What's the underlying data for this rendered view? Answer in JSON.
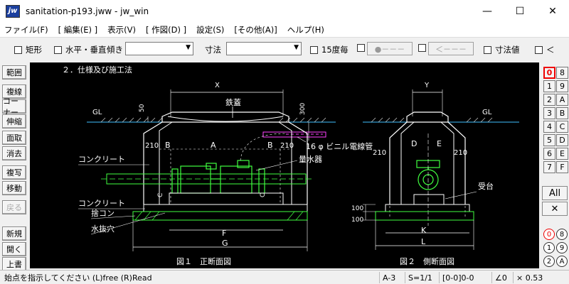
{
  "window": {
    "icon_text": "jw",
    "title": "sanitation-p193.jww - jw_win",
    "minimize": "—",
    "maximize": "☐",
    "close": "✕"
  },
  "menu": [
    "ファイル(F)",
    "[ 編集(E) ]",
    "表示(V)",
    "[ 作図(D) ]",
    "設定(S)",
    "[その他(A)]",
    "ヘルプ(H)"
  ],
  "toolbar": {
    "rect_label": "矩形",
    "hv_label": "水平・垂直",
    "slope_label": "傾き",
    "dim_label": "寸法",
    "deg15_label": "15度毎",
    "btn1": "●－－－",
    "btn2": "＜－－－",
    "dimval_label": "寸法値",
    "lt_label": "＜"
  },
  "left_tools": [
    "範囲",
    "複線",
    "コーナー",
    "伸縮",
    "面取",
    "消去",
    "複写",
    "移動",
    "戻る",
    "新規",
    "開く",
    "上書"
  ],
  "right_tools": {
    "layers_left": [
      "0",
      "1",
      "2",
      "3",
      "4",
      "5",
      "6",
      "7"
    ],
    "layers_right": [
      "8",
      "9",
      "A",
      "B",
      "C",
      "D",
      "E",
      "F"
    ],
    "all_label": "All",
    "x_label": "✕",
    "groups_left": [
      "0",
      "1",
      "2"
    ],
    "groups_right": [
      "8",
      "9",
      "A"
    ]
  },
  "drawing": {
    "heading": "２．仕様及び施工法",
    "gl_left": "GL",
    "gl_right": "GL",
    "x_label": "X",
    "y_label": "Y",
    "lid_label": "鉄蓋",
    "dim_50": "50",
    "dim_300": "300",
    "conduit_label": "16 φ ビニル電線管",
    "meter_label": "量水器",
    "concrete_label_1": "コンクリート",
    "concrete_label_2": "コンクリート",
    "sutekon_label": "捨コン",
    "drain_label": "水抜穴",
    "support_label": "受台",
    "dim_210_a": "210",
    "dim_210_b": "210",
    "dim_210_c": "210",
    "dim_210_d": "210",
    "dim_100_a": "100",
    "dim_100_b": "100",
    "label_a": "A",
    "label_b1": "B",
    "label_b2": "B",
    "label_c1": "C",
    "label_c2": "C",
    "label_d": "D",
    "label_e": "E",
    "label_f": "F",
    "label_g": "G",
    "label_k": "K",
    "label_l": "L",
    "caption_1": "図１　正断面図",
    "caption_2": "図２　側断面図"
  },
  "status": {
    "message": "始点を指示してください (L)free (R)Read",
    "paper": "A-3",
    "scale": "S=1/1",
    "layer": "[0-0]0-0",
    "angle": "∠0",
    "zoom": "× 0.53"
  }
}
